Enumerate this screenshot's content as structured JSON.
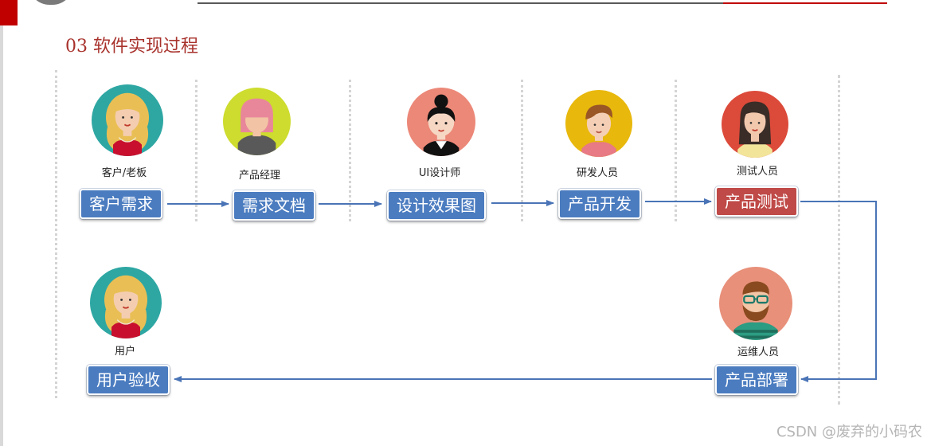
{
  "title": "03 软件实现过程",
  "roles": {
    "client": "客户/老板",
    "pm": "产品经理",
    "designer": "UI设计师",
    "dev": "研发人员",
    "tester": "测试人员",
    "ops": "运维人员",
    "user": "用户"
  },
  "steps": {
    "requirement": "客户需求",
    "doc": "需求文档",
    "design": "设计效果图",
    "develop": "产品开发",
    "test": "产品测试",
    "deploy": "产品部署",
    "accept": "用户验收"
  },
  "watermark": "CSDN @废弃的小码农",
  "colors": {
    "step_blue": "#4b7cc0",
    "step_red": "#bf4a47",
    "arrow": "#4a74b6",
    "title": "#a8322c"
  }
}
